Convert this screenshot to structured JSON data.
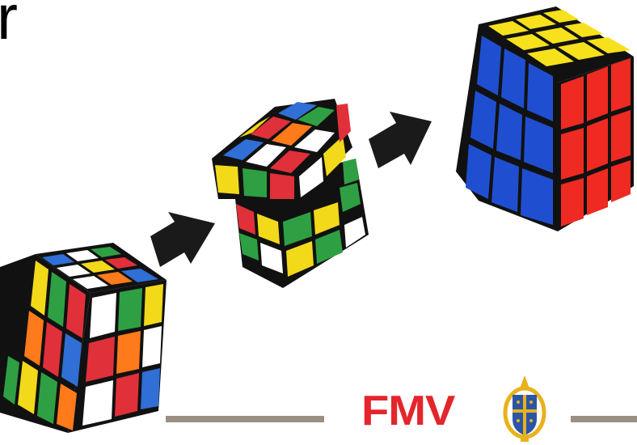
{
  "slide": {
    "title_fragment": "r",
    "logo": {
      "text": "FMV"
    },
    "colors": {
      "logo_red": "#e3262c",
      "line_color": "#9b8f82",
      "arrow_color": "#1a1a1a",
      "emblem_gold": "#e8b21c",
      "emblem_blue": "#2b55a6"
    },
    "illustration": {
      "cubes": [
        "scrambled-cube",
        "twisting-cube",
        "elongated-solved-cube"
      ],
      "arrows": 2
    }
  }
}
